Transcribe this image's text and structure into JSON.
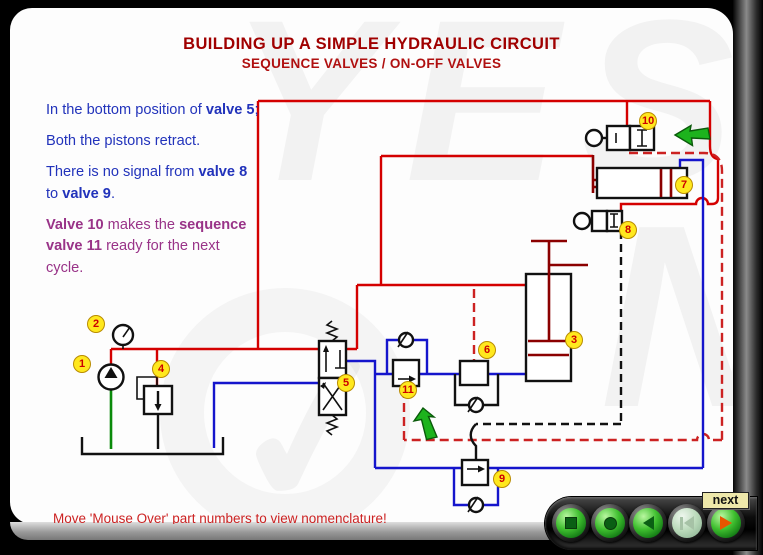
{
  "header": {
    "title": "BUILDING UP A SIMPLE HYDRAULIC CIRCUIT",
    "subtitle": "SEQUENCE VALVES / ON-OFF VALVES"
  },
  "description": {
    "paragraphs": [
      {
        "color": "blue",
        "segments": [
          {
            "t": "In the bottom position of "
          },
          {
            "t": "valve 5",
            "b": true
          },
          {
            "t": ";"
          }
        ]
      },
      {
        "color": "blue",
        "segments": [
          {
            "t": "Both the pistons retract."
          }
        ]
      },
      {
        "color": "blue",
        "segments": [
          {
            "t": "There is no signal from "
          },
          {
            "t": "valve 8",
            "b": true
          },
          {
            "t": " to "
          },
          {
            "t": "valve 9",
            "b": true
          },
          {
            "t": "."
          }
        ]
      },
      {
        "color": "purple",
        "segments": [
          {
            "t": "Valve 10",
            "b": true
          },
          {
            "t": " makes the "
          },
          {
            "t": "sequence valve 11",
            "b": true
          },
          {
            "t": " ready for the next cycle."
          }
        ]
      }
    ]
  },
  "circuit": {
    "markers": [
      {
        "n": "1"
      },
      {
        "n": "2"
      },
      {
        "n": "3"
      },
      {
        "n": "4"
      },
      {
        "n": "5"
      },
      {
        "n": "6"
      },
      {
        "n": "7"
      },
      {
        "n": "8"
      },
      {
        "n": "9"
      },
      {
        "n": "10"
      },
      {
        "n": "11"
      }
    ],
    "line_legend_colors": {
      "pressure": "#d40000",
      "return": "#1515cc",
      "pilot_dashed": "#cc2222",
      "drain_dashed": "#111111",
      "suction": "#0a8a0a"
    },
    "highlight_arrows": [
      {
        "icon": "green-arrow-icon",
        "points_at": "10"
      },
      {
        "icon": "green-arrow-icon",
        "points_at": "11"
      }
    ]
  },
  "footer": {
    "message": "Move 'Mouse Over' part numbers to view nomenclature!"
  },
  "next_button": {
    "label": "next"
  },
  "player": {
    "buttons": [
      {
        "name": "stop-button",
        "glyph": "stop"
      },
      {
        "name": "record-button",
        "glyph": "circle"
      },
      {
        "name": "step-back-button",
        "glyph": "back"
      },
      {
        "name": "skip-start-button",
        "glyph": "skipback",
        "disabled": true
      },
      {
        "name": "play-button",
        "glyph": "play"
      }
    ]
  },
  "colors": {
    "title_red": "#a00000",
    "text_blue": "#2233bb",
    "text_purple": "#993388",
    "footer_red": "#cc2222",
    "marker_bg": "#ffe81e",
    "marker_text": "#cc0000",
    "arrow_green": "#1db31d"
  }
}
